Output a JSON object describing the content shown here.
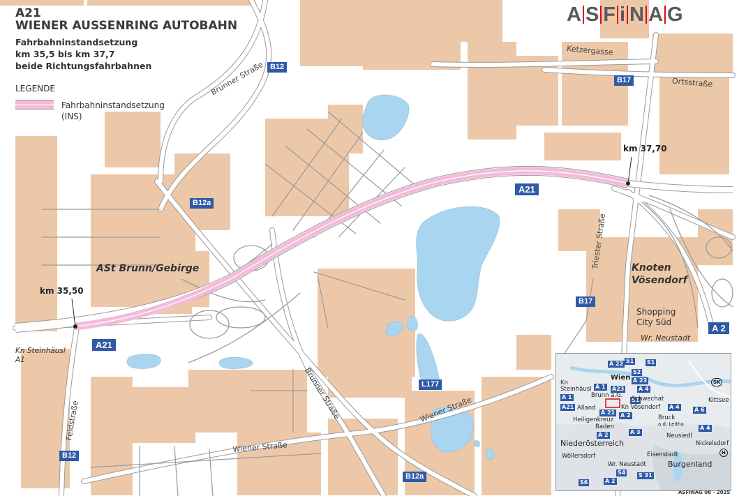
{
  "header": {
    "route": "A21",
    "name": "WIENER AUSSENRING AUTOBAHN",
    "line1": "Fahrbahninstandsetzung",
    "line2": "km 35,5 bis km 37,7",
    "line3": "beide Richtungsfahrbahnen"
  },
  "legend": {
    "title": "LEGENDE",
    "item_line1": "Fahrbahninstandsetzung",
    "item_line2": "(INS)",
    "color": "#f2bcd8"
  },
  "logo": [
    "A",
    "S",
    "F",
    "i",
    "N",
    "A",
    "G"
  ],
  "shields": {
    "b12_top": "B12",
    "b17_top": "B17",
    "b12a_mid": "B12a",
    "a21_mid": "A21",
    "a21_left": "A21",
    "b17_bottom": "B17",
    "a2": "A 2",
    "l177": "L177",
    "b12_bottom": "B12",
    "b12a_bottom": "B12a"
  },
  "labels": {
    "brunner_top": "Brunner Straße",
    "ketzergasse": "Ketzergasse",
    "ortsstrasse": "Ortsstraße",
    "triester": "Triester Straße",
    "brunner_bottom": "Brunner Straße",
    "wiener_right": "Wiener Straße",
    "wiener_bottom": "Wiener Straße",
    "feldstrasse": "Feldstraße",
    "ast": "ASt Brunn/Gebirge",
    "knoten1": "Knoten",
    "knoten2": "Vösendorf",
    "shopping1": "Shopping",
    "shopping2": "City Süd",
    "wrneustadt": "Wr. Neustadt",
    "kn_steinhaeusl1": "Kn Steinhäusl",
    "kn_steinhaeusl2": "A1",
    "km_start": "km 35,50",
    "km_end": "km 37,70"
  },
  "inset": {
    "wien": "Wien",
    "brunn": "Brunn a.G.",
    "kn_steinhaeusl1": "Kn",
    "kn_steinhaeusl2": "Steinhäusl",
    "alland": "Alland",
    "kn_voesendorf": "Kn Vösendorf",
    "schwechat": "Schwechat",
    "heiligenkreuz": "Heiligenkreuz",
    "baden": "Baden",
    "bruck1": "Bruck",
    "bruck2": "a.d. Leitha",
    "kittsee": "Kittsee",
    "neusiedl": "Neusiedl",
    "nickelsdorf": "Nickelsdorf",
    "niederoesterreich": "Niederösterreich",
    "woellersdorf": "Wöllersdorf",
    "eisenstadt": "Eisenstadt",
    "burgenland": "Burgenland",
    "wr_neustadt": "Wr. Neustadt",
    "sk": "SK",
    "h": "H",
    "shields": {
      "a22": "A 22",
      "s1a": "S1",
      "s1b": "S1",
      "s2": "S2",
      "a23a": "A 23",
      "a1": "A 1",
      "a23b": "A23",
      "a4a": "A 4",
      "a21a": "A 1",
      "a21b": "A21",
      "s1c": "S1",
      "a21c": "A 21",
      "a2a": "A 2",
      "a4b": "A 4",
      "a6": "A 6",
      "a2b": "A 2",
      "a3": "A 3",
      "a4c": "A 4",
      "s6": "S6",
      "a2c": "A 2",
      "s4": "S4",
      "s31": "S 31"
    }
  },
  "copyright": "ASFINAG 08 - 2025",
  "colors": {
    "building": "#edc8a8",
    "water": "#a9d5f0",
    "shield": "#2e5aa6",
    "road_outline": "#a0a0a0",
    "highlight": "#f2bcd8"
  }
}
